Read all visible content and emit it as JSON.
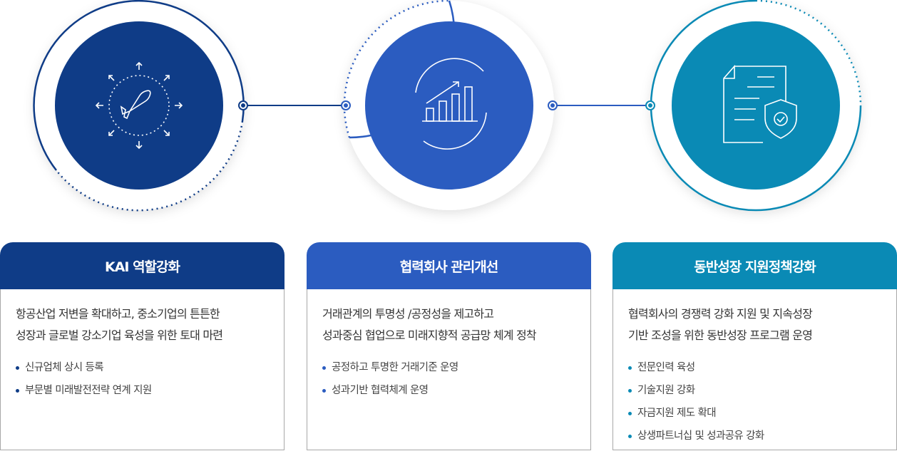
{
  "colors": {
    "navy": "#0f3c87",
    "blue": "#2b5cc0",
    "teal": "#0a8ab5"
  },
  "cards": [
    {
      "title": "KAI 역할강화",
      "icon": "airplane-icon",
      "desc": [
        "항공산업 저변을 확대하고, 중소기업의 튼튼한",
        "성장과 글로벌 강소기업 육성을 위한 토대 마련"
      ],
      "items": [
        "신규업체 상시 등록",
        "부문별 미래발전전략 연계 지원"
      ]
    },
    {
      "title": "협력회사 관리개선",
      "icon": "growth-chart-icon",
      "desc": [
        "거래관계의 투명성 /공정성을 제고하고",
        "성과중심 협업으로 미래지향적 공급망 체계 정착"
      ],
      "items": [
        "공정하고 투명한 거래기준 운영",
        "성과기반 협력체계 운영"
      ]
    },
    {
      "title": "동반성장 지원정책강화",
      "icon": "document-shield-icon",
      "desc": [
        "협력회사의 경쟁력 강화 지원 및 지속성장",
        "기반 조성을 위한 동반성장 프로그램 운영"
      ],
      "items": [
        "전문인력 육성",
        "기술지원 강화",
        "자금지원 제도 확대",
        "상생파트너십 및 성과공유 강화"
      ]
    }
  ]
}
